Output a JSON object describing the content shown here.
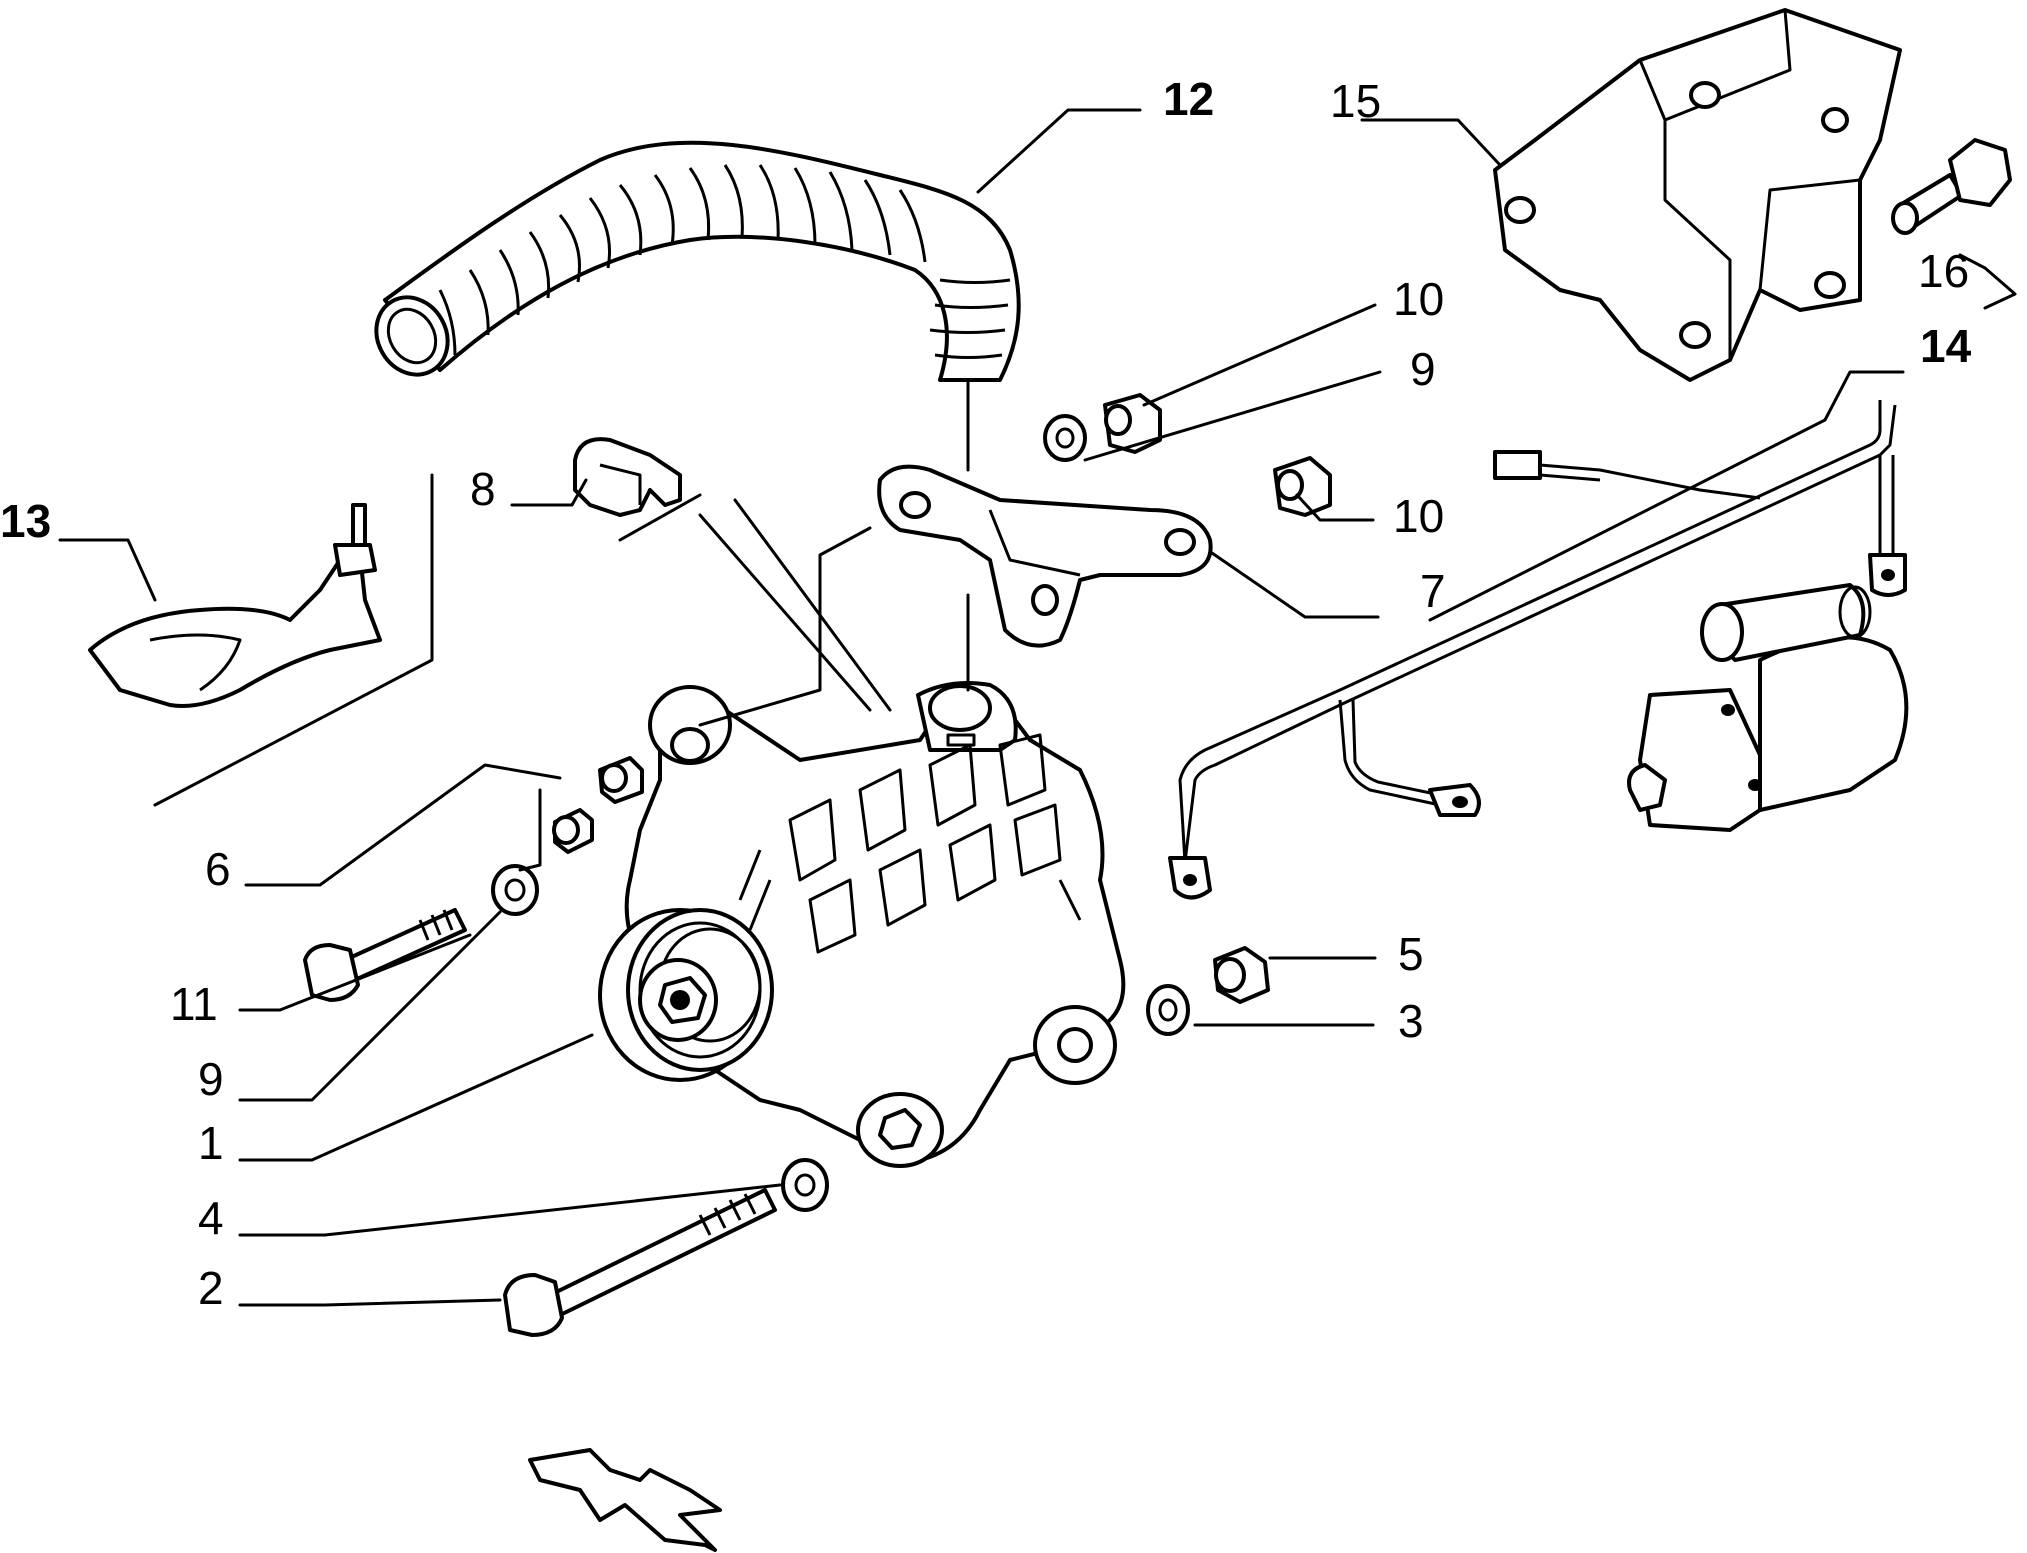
{
  "diagram": {
    "callouts": [
      {
        "id": "c1",
        "label": "1"
      },
      {
        "id": "c2",
        "label": "2"
      },
      {
        "id": "c3",
        "label": "3"
      },
      {
        "id": "c4",
        "label": "4"
      },
      {
        "id": "c5",
        "label": "5"
      },
      {
        "id": "c6",
        "label": "6"
      },
      {
        "id": "c7",
        "label": "7"
      },
      {
        "id": "c8",
        "label": "8"
      },
      {
        "id": "c9a",
        "label": "9"
      },
      {
        "id": "c9b",
        "label": "9"
      },
      {
        "id": "c10a",
        "label": "10"
      },
      {
        "id": "c10b",
        "label": "10"
      },
      {
        "id": "c11",
        "label": "11"
      },
      {
        "id": "c12",
        "label": "12"
      },
      {
        "id": "c13",
        "label": "13"
      },
      {
        "id": "c14",
        "label": "14"
      },
      {
        "id": "c15",
        "label": "15"
      },
      {
        "id": "c16",
        "label": "16"
      }
    ]
  }
}
